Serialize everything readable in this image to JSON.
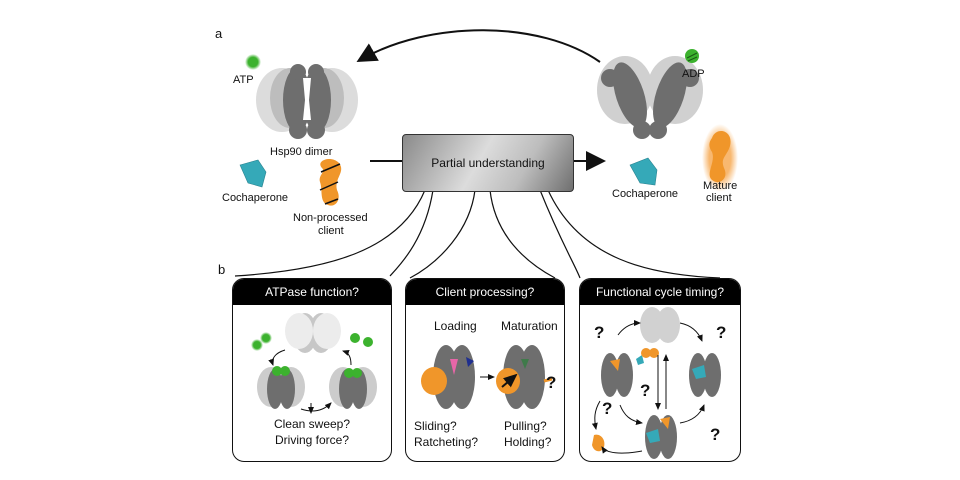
{
  "panel_a": {
    "letter": "a",
    "left_state": {
      "atp_label": "ATP",
      "hsp90_label": "Hsp90 dimer",
      "cochaperone_label": "Cochaperone",
      "client_label_line1": "Non-processed",
      "client_label_line2": "client"
    },
    "central_box_label": "Partial understanding",
    "right_state": {
      "adp_label": "ADP",
      "cochaperone_label": "Cochaperone",
      "client_label_line1": "Mature",
      "client_label_line2": "client"
    }
  },
  "panel_b": {
    "letter": "b",
    "boxes": [
      {
        "title": "ATPase function?",
        "questions": [
          "Clean sweep?",
          "Driving force?"
        ]
      },
      {
        "title": "Client processing?",
        "stage_labels": [
          "Loading",
          "Maturation"
        ],
        "questions_left": [
          "Sliding?",
          "Ratcheting?"
        ],
        "questions_right": [
          "Pulling?",
          "Holding?"
        ],
        "mark": "?"
      },
      {
        "title": "Functional cycle timing?",
        "mark": "?"
      }
    ]
  },
  "colors": {
    "atp_green": "#3cb22e",
    "cochaperone_teal": "#35a9b8",
    "client_orange": "#f0962a",
    "hsp90_dark": "#6e6e6e",
    "hsp90_light": "#c8c8c8"
  }
}
